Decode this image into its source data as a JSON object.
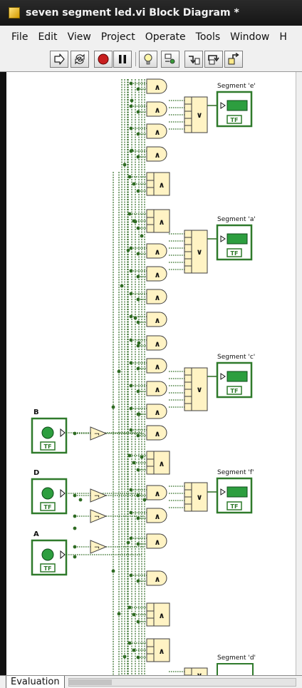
{
  "window": {
    "title": "seven segment led.vi Block Diagram *"
  },
  "menu": {
    "items": [
      "File",
      "Edit",
      "View",
      "Project",
      "Operate",
      "Tools",
      "Window",
      "H"
    ]
  },
  "toolbar": {
    "buttons": [
      "run-icon",
      "run-continuously-icon",
      "abort-icon",
      "pause-icon",
      "highlight-execution-icon",
      "retain-wire-values-icon",
      "step-into-icon",
      "step-over-icon",
      "step-out-icon"
    ]
  },
  "diagram": {
    "inputs": [
      "B",
      "D",
      "A"
    ],
    "indicators": [
      "Segment 'e'",
      "Segment 'a'",
      "Segment 'c'",
      "Segment 'f'",
      "Segment 'd'"
    ],
    "terminal_type": "TF",
    "and_symbol": "∧",
    "or_symbol": "∨",
    "not_symbol": "¬"
  },
  "status": {
    "tab_label": "Evaluation"
  },
  "colors": {
    "wire": "#2e6b22",
    "node_fill": "#fff3c4",
    "node_stroke": "#3e3e3e",
    "terminal": "#2f7a2b",
    "led": "#2d9e3f"
  }
}
